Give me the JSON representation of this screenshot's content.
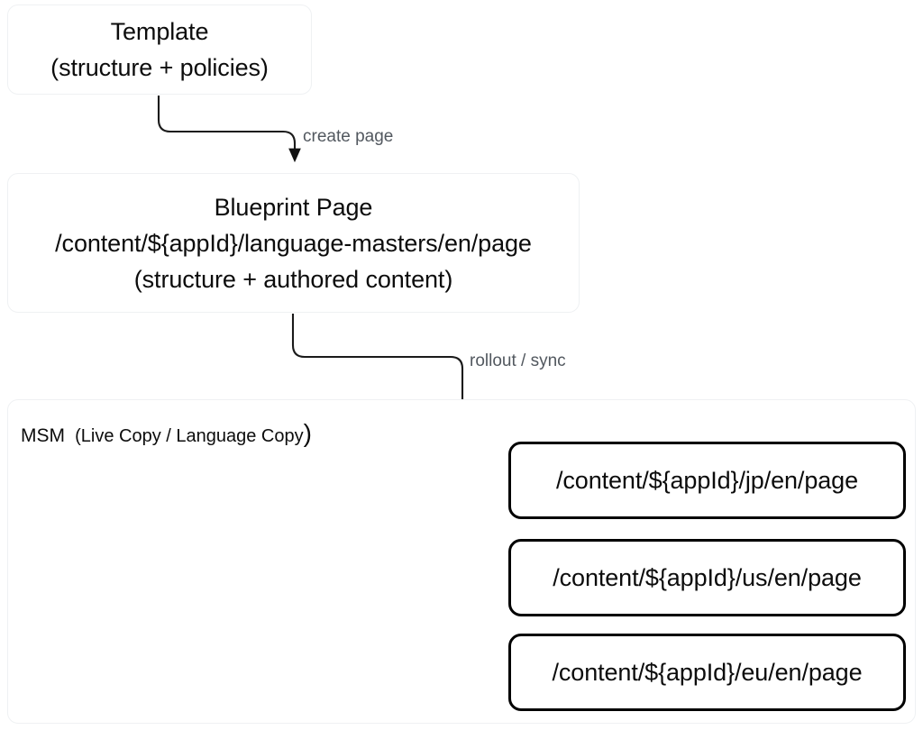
{
  "diagram": {
    "title": "AEM Template to Blueprint to MSM Live Copies rollout flow",
    "colors": {
      "page_background": "#ffffff",
      "soft_node_border": "#eff1f3",
      "hard_node_border": "#000000",
      "connector": "#1a1a1a",
      "node_text": "#0c0c0c",
      "edge_label_text": "#52585f"
    }
  },
  "nodes": {
    "template": {
      "lines": [
        "Template",
        "(structure + policies)"
      ]
    },
    "blueprint": {
      "lines": [
        "Blueprint Page",
        "/content/${appId}/language-masters/en/page",
        "(structure + authored content)"
      ]
    },
    "msm_container": {
      "label_main": "MSM",
      "label_sub": "(Live Copy / Language Copy",
      "label_paren": ")"
    },
    "copies": [
      {
        "path": "/content/${appId}/jp/en/page"
      },
      {
        "path": "/content/${appId}/us/en/page"
      },
      {
        "path": "/content/${appId}/eu/en/page"
      }
    ]
  },
  "edges": {
    "create_page": {
      "label": "create page"
    },
    "rollout_sync": {
      "label": "rollout / sync"
    }
  }
}
